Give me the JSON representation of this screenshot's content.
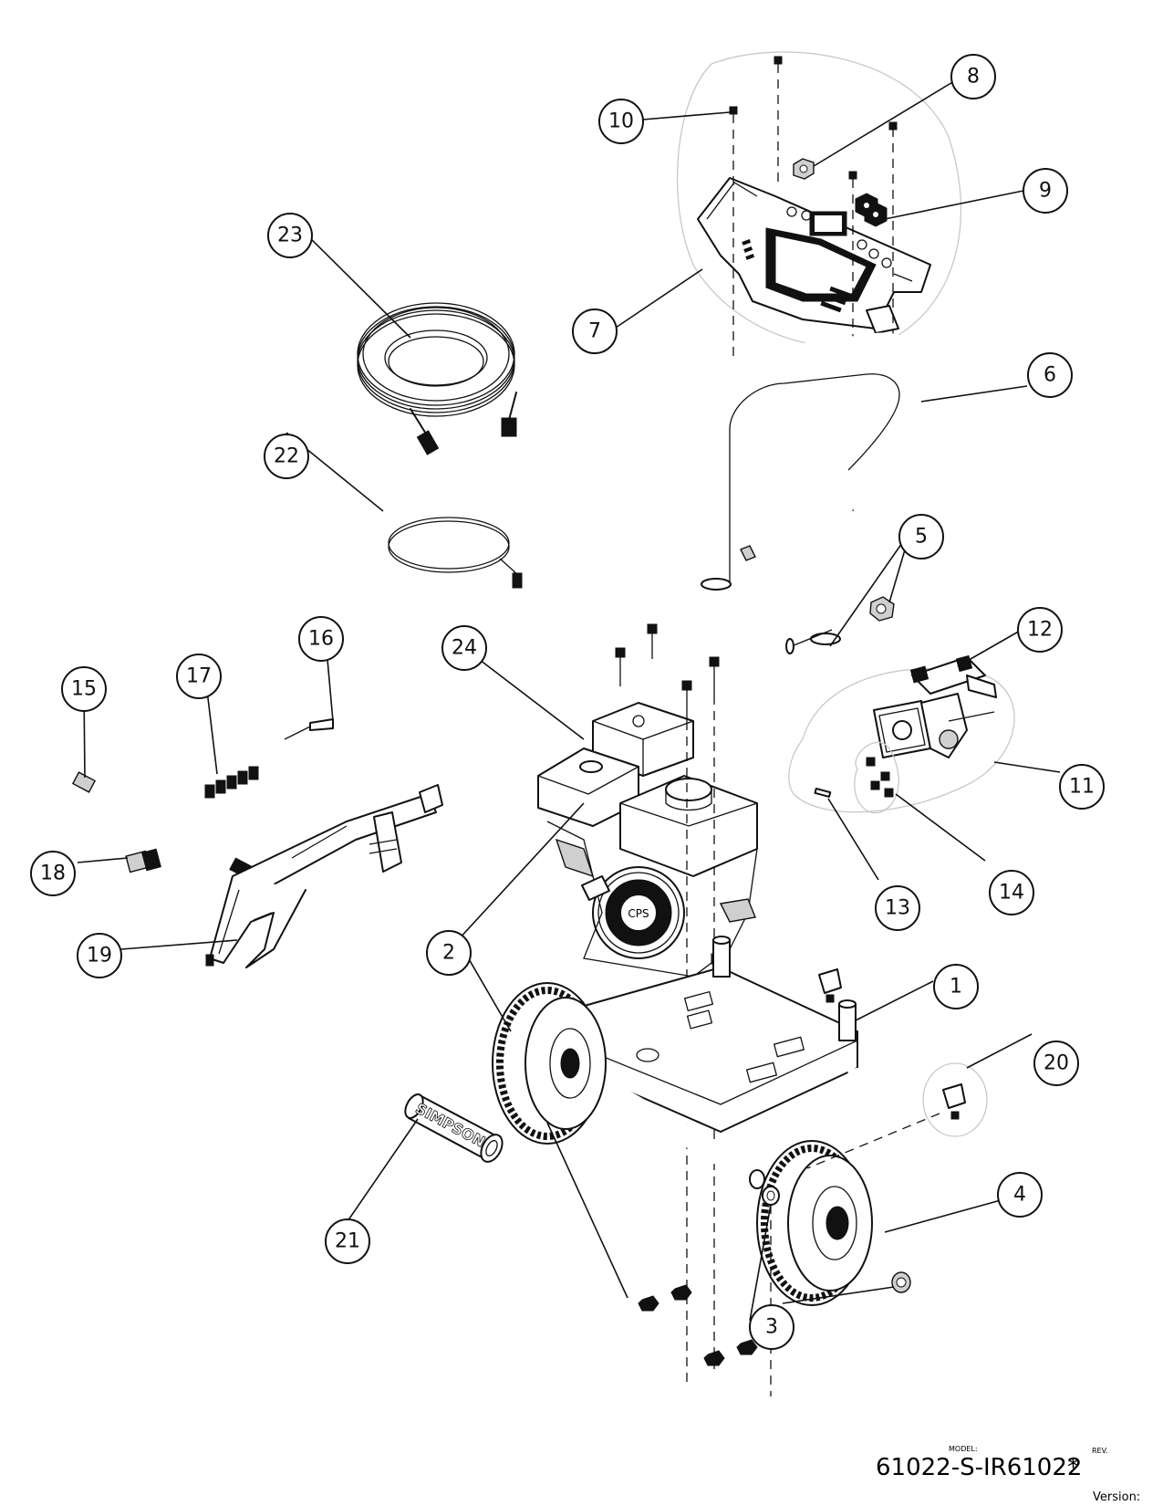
{
  "title_block": {
    "model_caption": "MODEL:",
    "model_number": "61022-S-IR61022",
    "rev_caption": "REV.",
    "rev_value": "*",
    "version_label": "Version:"
  },
  "callouts": [
    "1",
    "2",
    "3",
    "4",
    "5",
    "6",
    "7",
    "8",
    "9",
    "10",
    "11",
    "12",
    "13",
    "14",
    "15",
    "16",
    "17",
    "18",
    "19",
    "20",
    "21",
    "22",
    "23",
    "24"
  ],
  "brand_text": "SIMPSON",
  "engine_badge_text": "CPS"
}
